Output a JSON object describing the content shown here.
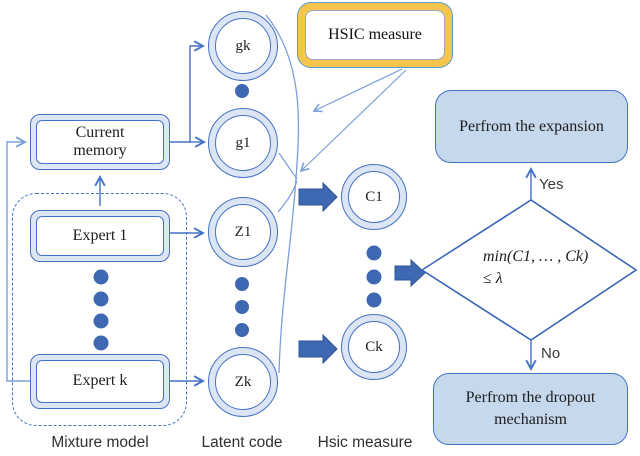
{
  "colors": {
    "line_blue": "#4472c4",
    "light_line_blue": "#7c9fd9",
    "box_fill": "#dce6f4",
    "ring_fill": "#dbe5f3",
    "dot_blue": "#3e68b2",
    "block_arrow_fill": "#3e68b2",
    "block_arrow_edge": "#2f5597",
    "yellow_fill": "#f6c54e",
    "action_fill": "#c5d8ec"
  },
  "hsic_box": {
    "label": "HSIC measure"
  },
  "mixture_model": {
    "current_memory_label": "Current memory",
    "expert_1_label": "Expert 1",
    "expert_k_label": "Expert k",
    "caption": "Mixture model"
  },
  "latent_code": {
    "gk_label": "gk",
    "g1_label": "g1",
    "z1_label": "Z1",
    "zk_label": "Zk",
    "caption": "Latent code"
  },
  "hsic_measure_column": {
    "c1_label": "C1",
    "ck_label": "Ck",
    "caption": "Hsic measure"
  },
  "decision_diamond": {
    "condition_line1": "min(C1, … , Ck)",
    "condition_line2": "≤ λ",
    "yes_label": "Yes",
    "no_label": "No"
  },
  "outcome_boxes": {
    "expansion_label": "Perfrom the expansion",
    "dropout_label": "Perfrom the dropout mechanism"
  }
}
